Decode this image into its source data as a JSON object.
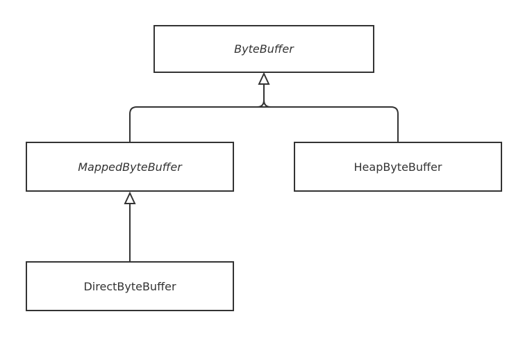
{
  "diagram": {
    "nodes": {
      "bytebuffer": "ByteBuffer",
      "mapped": "MappedByteBuffer",
      "heap": "HeapByteBuffer",
      "direct": "DirectByteBuffer"
    },
    "abstract_nodes": [
      "ByteBuffer",
      "MappedByteBuffer"
    ],
    "edges": [
      {
        "from": "MappedByteBuffer",
        "to": "ByteBuffer",
        "type": "inheritance"
      },
      {
        "from": "HeapByteBuffer",
        "to": "ByteBuffer",
        "type": "inheritance"
      },
      {
        "from": "DirectByteBuffer",
        "to": "MappedByteBuffer",
        "type": "inheritance"
      }
    ],
    "colors": {
      "stroke": "#333333",
      "background": "#ffffff"
    }
  }
}
